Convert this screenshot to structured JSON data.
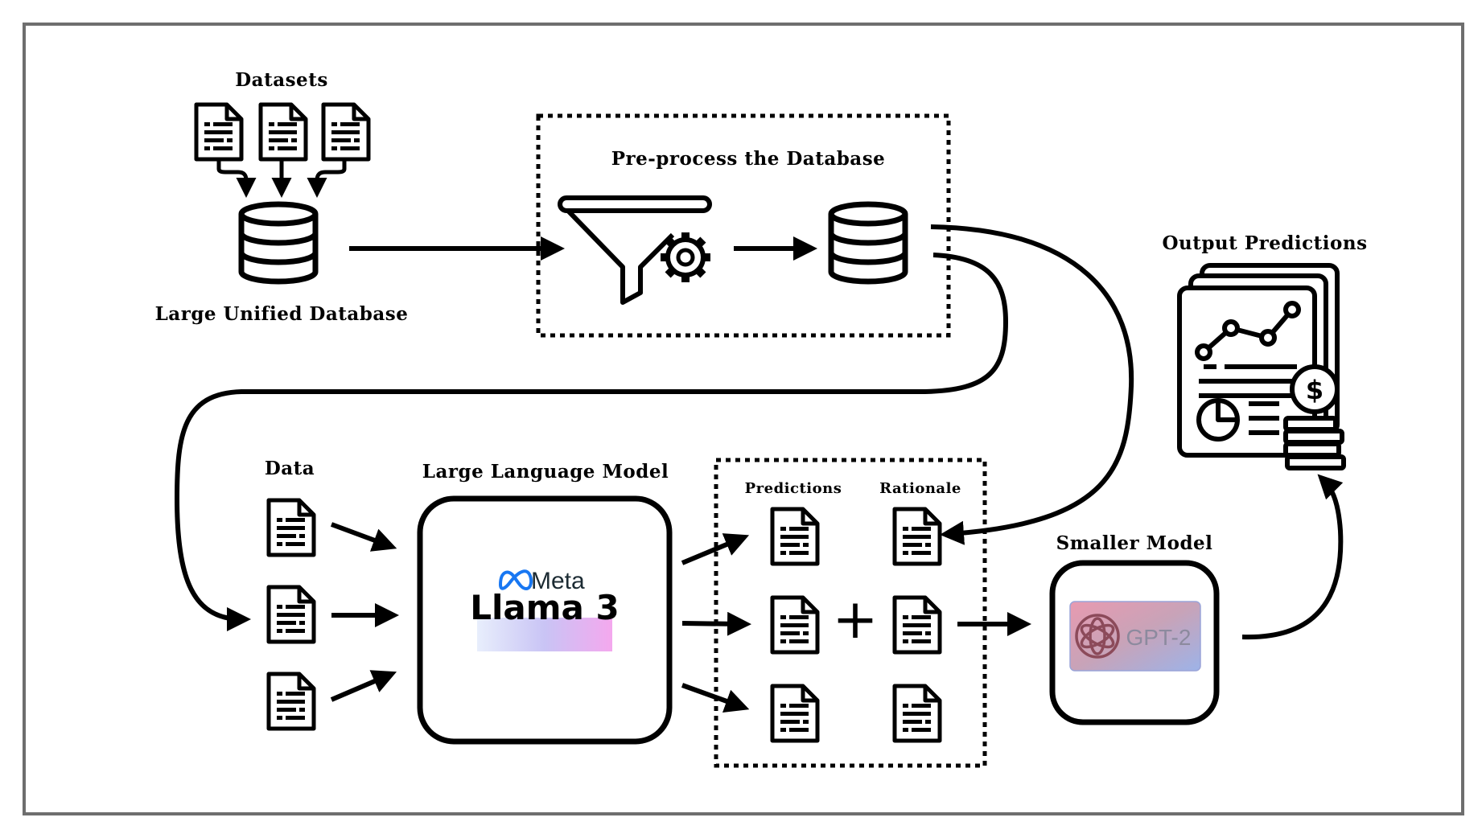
{
  "labels": {
    "datasets": "Datasets",
    "large_unified_database": "Large Unified Database",
    "preprocess": "Pre-process the Database",
    "output_predictions": "Output Predictions",
    "data": "Data",
    "large_language_model": "Large Language Model",
    "predictions": "Predictions",
    "rationale": "Rationale",
    "smaller_model": "Smaller Model"
  },
  "llm_logo": {
    "brand": "Meta",
    "model": "Llama 3"
  },
  "small_model_logo": {
    "model": "GPT-2"
  },
  "plus_sign": "+",
  "dollar_sign": "$",
  "icons": {
    "document": "document-icon",
    "database": "database-icon",
    "funnel": "funnel-icon",
    "gear": "gear-icon",
    "report": "report-icon",
    "coins": "coins-icon",
    "meta_logo": "meta-logo-icon",
    "openai_logo": "openai-logo-icon"
  },
  "colors": {
    "frame": "#6e6e6e",
    "ink": "#000000",
    "llama_gradient_start": "#b9c7f5",
    "llama_gradient_end": "#f2a6ec",
    "gpt_gradient_start": "#e89ab0",
    "gpt_gradient_end": "#9db0e6"
  }
}
